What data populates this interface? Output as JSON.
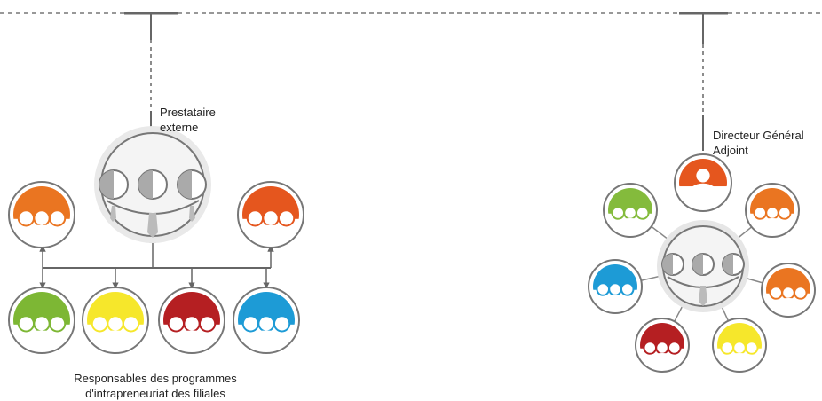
{
  "left_group": {
    "label_line1": "Prestataire",
    "label_line2": "externe",
    "caption_line1": "Responsables des programmes",
    "caption_line2": "d'intrapreneuriat des filiales",
    "top_nodes": [
      {
        "icon": "team-icon",
        "color": "#ea7521"
      },
      {
        "icon": "team-icon",
        "color": "#e5561e"
      }
    ],
    "bottom_nodes": [
      {
        "icon": "team-icon",
        "color": "#7db734"
      },
      {
        "icon": "team-icon",
        "color": "#f6e72b"
      },
      {
        "icon": "team-icon",
        "color": "#b51f22"
      },
      {
        "icon": "team-icon",
        "color": "#1d9bd6"
      }
    ]
  },
  "right_group": {
    "label_line1": "Directeur Général",
    "label_line2": "Adjoint",
    "top_node": {
      "icon": "person-icon",
      "color": "#e5561e"
    },
    "satellites": [
      {
        "icon": "team-icon",
        "color": "#84bb3c"
      },
      {
        "icon": "team-icon",
        "color": "#ea7521"
      },
      {
        "icon": "team-icon",
        "color": "#1d9bd6"
      },
      {
        "icon": "team-icon",
        "color": "#ea7521"
      },
      {
        "icon": "team-icon",
        "color": "#b51f22"
      },
      {
        "icon": "team-icon",
        "color": "#f6e72b"
      }
    ]
  },
  "colors": {
    "line": "#666666",
    "ring": "#777777",
    "hub_halo": "#eaeaea"
  }
}
